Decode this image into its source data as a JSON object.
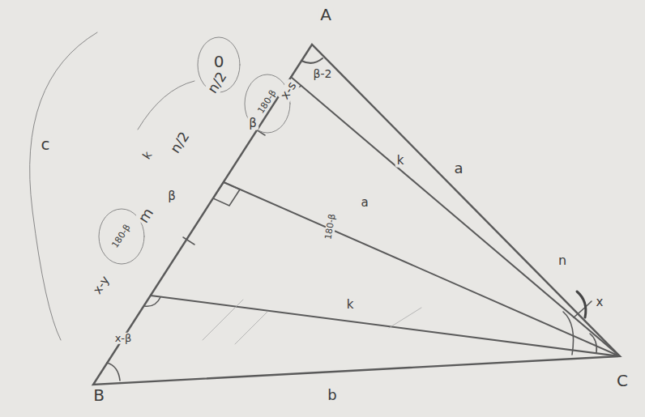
{
  "diagram": {
    "labels": [
      "A",
      "B",
      "C",
      "a",
      "b",
      "c",
      "x-s",
      "β-2",
      "180-β",
      "β",
      "0",
      "n/2",
      "n/2",
      "m",
      "β",
      "180-β",
      "x-y",
      "x-β",
      "k",
      "a",
      "180-β",
      "k",
      "n",
      "x",
      "k"
    ]
  }
}
